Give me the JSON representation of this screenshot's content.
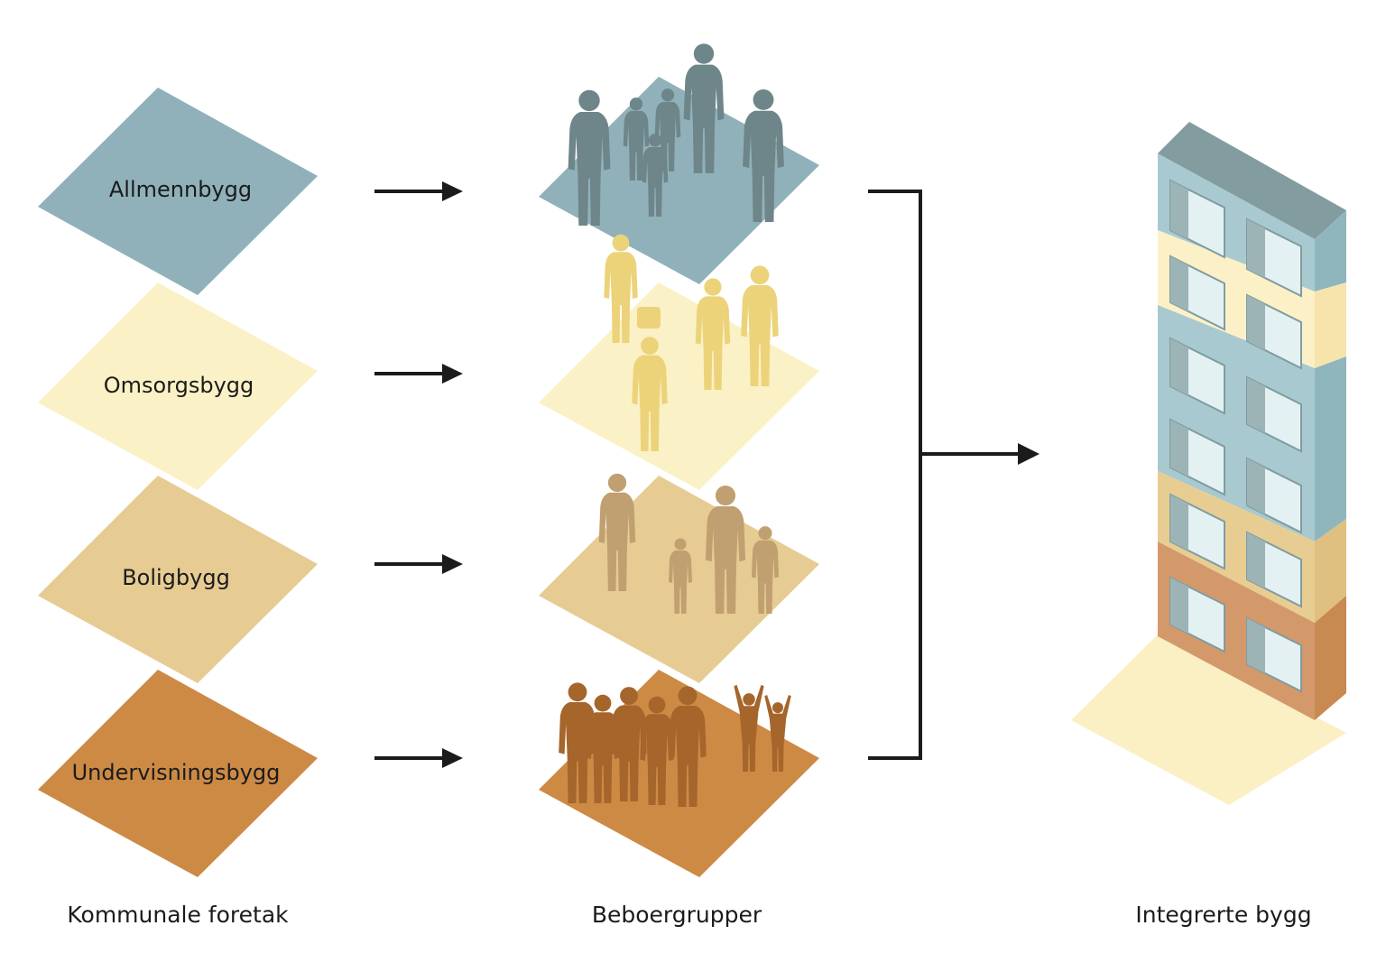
{
  "colors": {
    "allmenn": "#90b1ba",
    "omsorg": "#fbf1c6",
    "bolig": "#e6cb93",
    "undervisning": "#cc8a45",
    "allmenn_people": "#6e858a",
    "omsorg_people": "#ecd37a",
    "bolig_people": "#c0a070",
    "undervisning_people": "#a5652b",
    "arrows": "#1b1b1b",
    "building_top": "#839c9f",
    "building_blue_front": "#a8c9cf",
    "building_blue_side": "#8fb6bd",
    "building_cream_front": "#fcf0c7",
    "building_cream_side": "#f6e4ac",
    "building_tan_front": "#e8cd92",
    "building_tan_side": "#dfc080",
    "building_orange_front": "#d4996a",
    "building_orange_side": "#c98a52",
    "building_plinth": "#fbefc4"
  },
  "categories": [
    {
      "label": "Allmennbygg"
    },
    {
      "label": "Omsorgsbygg"
    },
    {
      "label": "Boligbygg"
    },
    {
      "label": "Undervisningsbygg"
    }
  ],
  "columns": {
    "left": "Kommunale foretak",
    "middle": "Beboergrupper",
    "right": "Integrerte bygg"
  },
  "icons": {
    "arrows": "right-arrow-icon",
    "bracket": "merge-bracket-icon",
    "people": "people-silhouette-icon",
    "building": "building-icon"
  }
}
